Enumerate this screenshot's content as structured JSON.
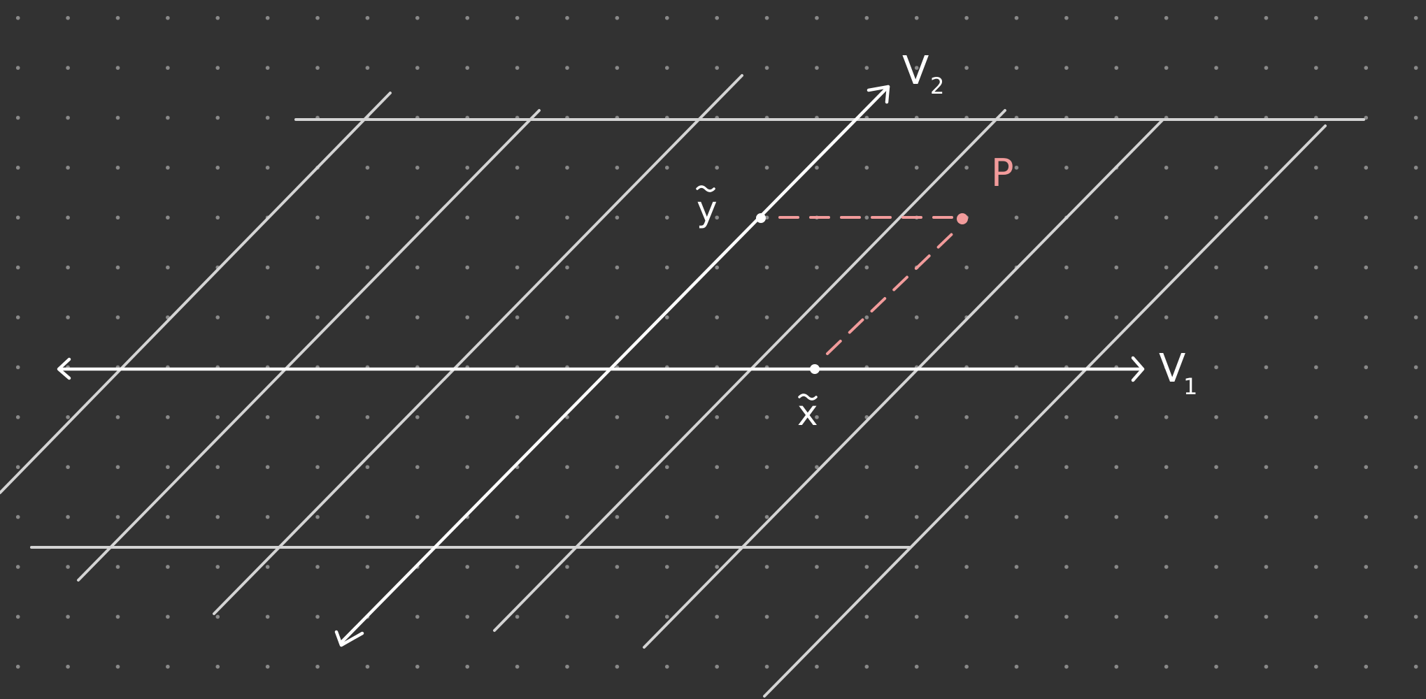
{
  "labels": {
    "v1_main": "V",
    "v1_sub": "1",
    "v2_main": "V",
    "v2_sub": "2",
    "x_tilde": "x",
    "y_tilde": "y",
    "point": "P"
  },
  "colors": {
    "background": "#323232",
    "grid": "#d4d4d4",
    "axes": "#ffffff",
    "projection": "#f29b9b",
    "dots": "#8a8a8a"
  }
}
